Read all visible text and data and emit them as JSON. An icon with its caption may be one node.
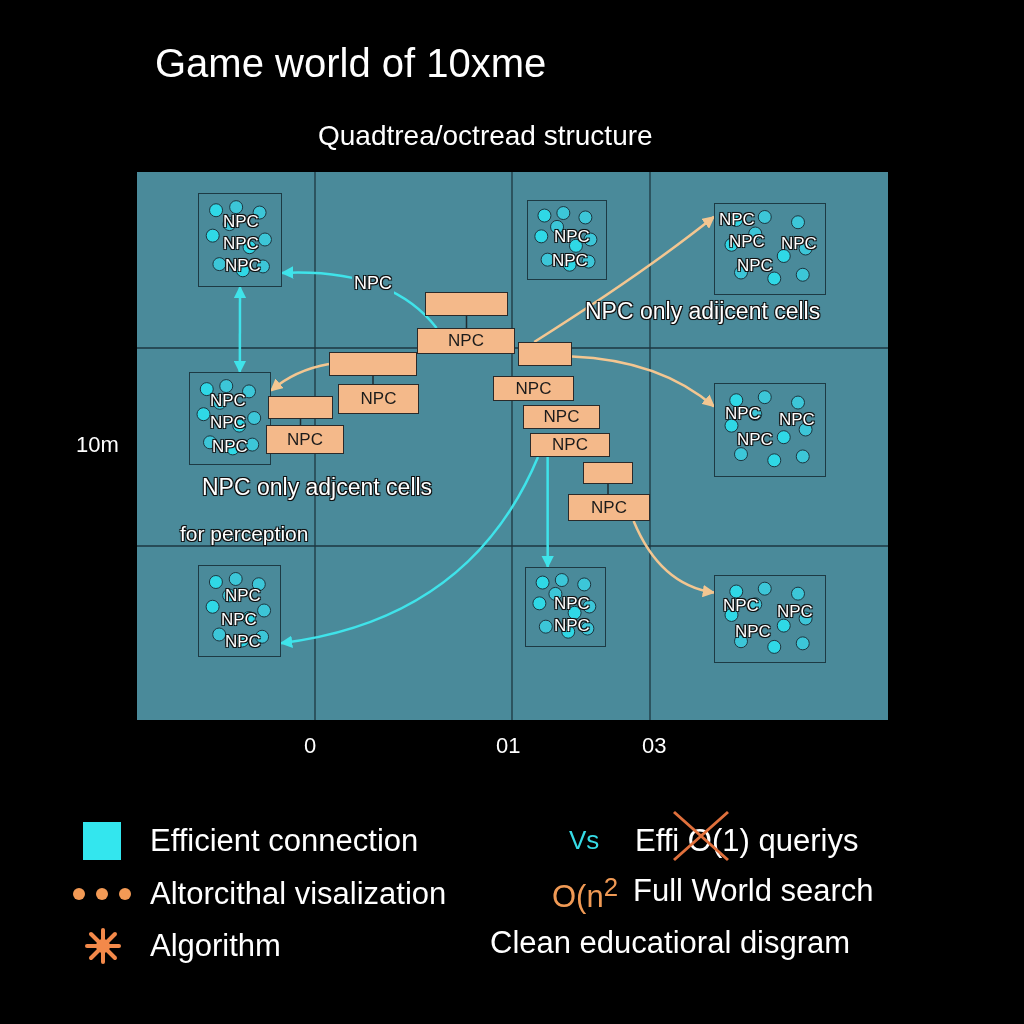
{
  "diagram": {
    "title": "Game world of 10xme",
    "nodes": [
      {
        "text": [
          "NPC",
          "NPC",
          "NPC"
        ]
      },
      {
        "text": [
          "NPC",
          "NPC"
        ]
      },
      {
        "text": [
          "NPC",
          "NPC",
          "NPC",
          "NPC"
        ]
      },
      {
        "text": [
          "NPC",
          "NPC",
          "NPC"
        ]
      },
      {
        "text": [
          "NPC",
          "NPC",
          "NPC"
        ]
      },
      {
        "text": [
          "NPC",
          "NPC",
          "NPC"
        ]
      },
      {
        "text": [
          "NPC",
          "NPC"
        ]
      },
      {
        "text": [
          "NPC",
          "NPC",
          "NPC"
        ]
      },
      {
        "text": [],
        "shape": "box"
      },
      {
        "text": [
          "NPC"
        ]
      },
      {
        "text": [],
        "shape": "box"
      },
      {
        "text": [],
        "shape": "box"
      },
      {
        "text": [
          "NPC"
        ]
      },
      {
        "text": [],
        "shape": "box"
      },
      {
        "text": [
          "NPC"
        ]
      },
      {
        "text": [
          "NPC"
        ]
      },
      {
        "text": [
          "NPC"
        ]
      },
      {
        "text": [
          "NPC"
        ]
      },
      {
        "text": [],
        "shape": "box"
      },
      {
        "text": [
          "NPC"
        ]
      }
    ],
    "edges": [
      {
        "from": 9,
        "to": 0,
        "arrow": "to",
        "label": "NPC",
        "color": "#3fe3ea"
      },
      {
        "from": 0,
        "to": 3,
        "arrow": "both",
        "color": "#3fe3ea"
      },
      {
        "from": 17,
        "to": 5,
        "arrow": "to",
        "color": "#3fe3ea"
      },
      {
        "from": 17,
        "to": 6,
        "arrow": "to",
        "color": "#3fe3ea"
      },
      {
        "from": 10,
        "to": 2,
        "arrow": "to",
        "color": "#f3c691"
      },
      {
        "from": 10,
        "to": 4,
        "arrow": "to",
        "color": "#f3c691"
      },
      {
        "from": 19,
        "to": 7,
        "arrow": "to",
        "color": "#f3c691"
      },
      {
        "from": 11,
        "to": 3,
        "arrow": "to",
        "color": "#f3c691"
      },
      {
        "from": 8,
        "to": 9,
        "arrow": "none",
        "color": "#1f2b30"
      },
      {
        "from": 11,
        "to": 12,
        "arrow": "none",
        "color": "#1f2b30"
      },
      {
        "from": 13,
        "to": 14,
        "arrow": "none",
        "color": "#1f2b30"
      },
      {
        "from": 18,
        "to": 19,
        "arrow": "none",
        "color": "#1f2b30"
      }
    ],
    "labels": [
      "Quadtrea/octread structure",
      "NPC only adijcent cells",
      "10m",
      "NPC only adjcent cells",
      "for perception",
      "0",
      "01",
      "03",
      "Vs",
      "Effi O(1) queriys",
      "O(n$^{2}$",
      "Full World search",
      "Clean educatioral disgram"
    ],
    "legend": [
      {
        "text": "Efficient connection",
        "color": "#33e6ee"
      },
      {
        "text": "Altorcithal visalization"
      },
      {
        "text": "Algorithm"
      }
    ]
  }
}
